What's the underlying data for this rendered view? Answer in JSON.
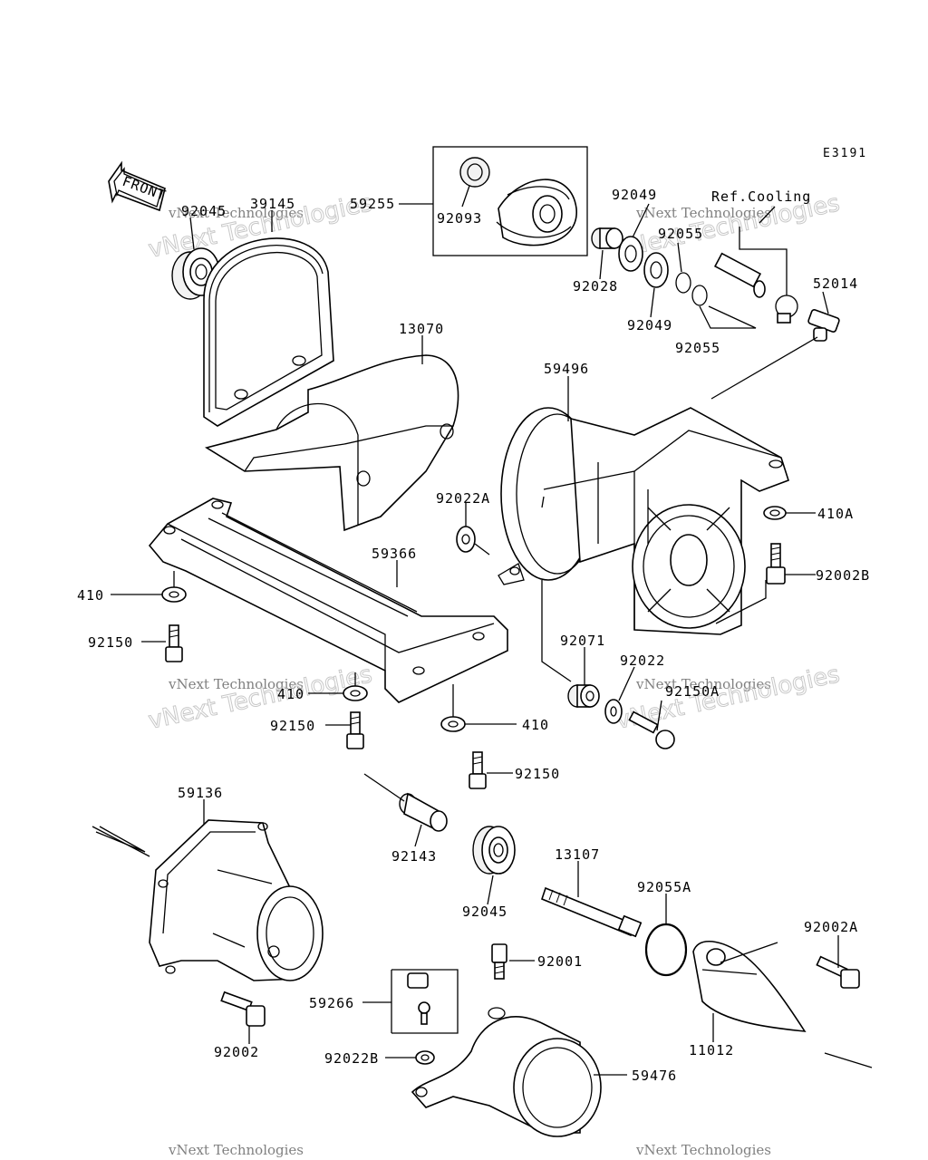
{
  "diagram_code": "E3191",
  "front_label": "FRONT",
  "ref_label": "Ref.Cooling",
  "watermark": {
    "line1": "vNext Technologies",
    "line2": "vNext Technologies"
  },
  "parts": {
    "p92045a": "92045",
    "p39145": "39145",
    "p59255": "59255",
    "p92093": "92093",
    "p92049a": "92049",
    "p92055a": "92055",
    "p92028": "92028",
    "p92049b": "92049",
    "p92055b": "92055",
    "p52014": "52014",
    "p13070": "13070",
    "p59496": "59496",
    "p92022A": "92022A",
    "p410A": "410A",
    "p92002B": "92002B",
    "p59366": "59366",
    "p410a": "410",
    "p92150a": "92150",
    "p410b": "410",
    "p92150b": "92150",
    "p410c": "410",
    "p92071": "92071",
    "p92022": "92022",
    "p92150A": "92150A",
    "p92150c": "92150",
    "p59136": "59136",
    "p92143": "92143",
    "p92045b": "92045",
    "p13107": "13107",
    "p92055A": "92055A",
    "p92002A": "92002A",
    "p92001": "92001",
    "p59266": "59266",
    "p92002": "92002",
    "p92022B": "92022B",
    "p59476": "59476",
    "p11012": "11012"
  }
}
